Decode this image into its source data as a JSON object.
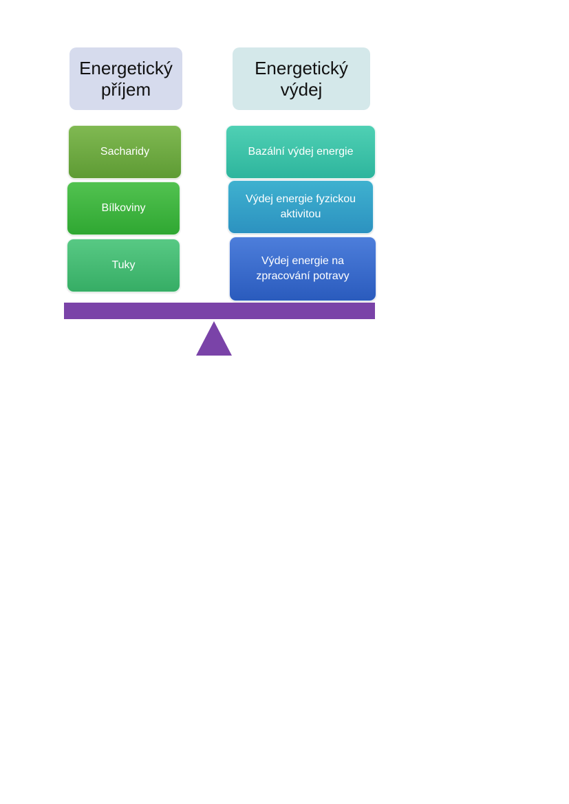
{
  "left_column": {
    "header": "Energetický příjem",
    "items": [
      "Sacharidy",
      "Bílkoviny",
      "Tuky"
    ]
  },
  "right_column": {
    "header": "Energetický výdej",
    "items": [
      "Bazální výdej energie",
      "Výdej energie fyzickou aktivitou",
      "Výdej energie na zpracování potravy"
    ]
  },
  "colors": {
    "beam": "#7a43a8",
    "header_left_bg": "#d6dbed",
    "header_right_bg": "#d4e8ea"
  }
}
